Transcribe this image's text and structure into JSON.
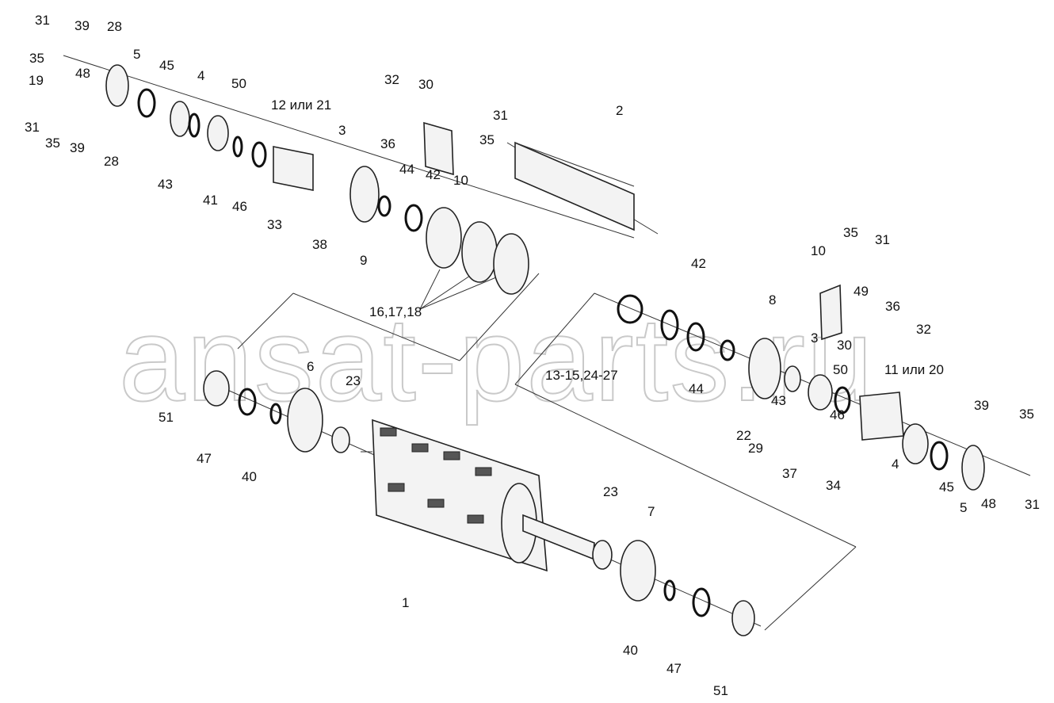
{
  "watermark": "ansat-parts.ru",
  "labels": [
    "31",
    "39",
    "28",
    "35",
    "5",
    "48",
    "19",
    "45",
    "4",
    "50",
    "31",
    "35",
    "39",
    "28",
    "43",
    "41",
    "46",
    "12 или 21",
    "3",
    "32",
    "30",
    "31",
    "36",
    "35",
    "2",
    "10",
    "44",
    "42",
    "33",
    "38",
    "9",
    "16,17,18",
    "35",
    "31",
    "10",
    "42",
    "8",
    "49",
    "36",
    "32",
    "3",
    "30",
    "13-15,24-27",
    "44",
    "50",
    "11 или 20",
    "43",
    "46",
    "22",
    "29",
    "37",
    "34",
    "39",
    "35",
    "4",
    "45",
    "5",
    "48",
    "31",
    "51",
    "6",
    "23",
    "47",
    "40",
    "23",
    "7",
    "1",
    "40",
    "47",
    "51"
  ]
}
